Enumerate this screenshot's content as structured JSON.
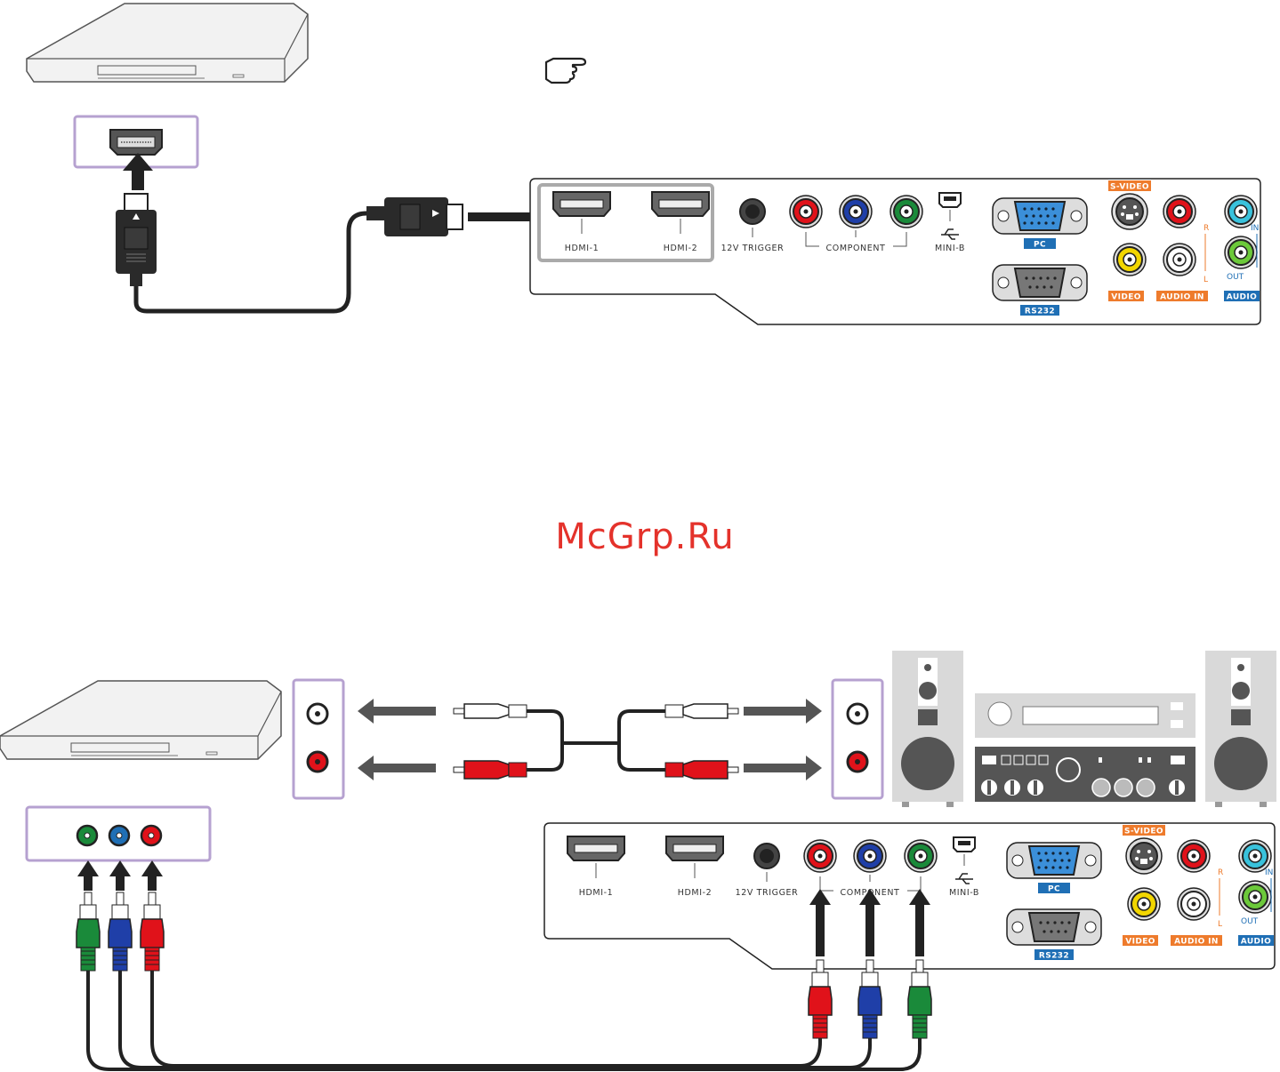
{
  "watermark": "McGrp.Ru",
  "colors": {
    "highlight_border": "#b6a1d0",
    "component_red": "#e0121a",
    "component_blue": "#1f3fa8",
    "component_green": "#1a8a3a",
    "label_orange": "#ee7b2c",
    "label_blue": "#1f6fb5",
    "pc_port": "#3b8fd9",
    "video_yellow": "#f2d600",
    "audio_cyan": "#39c2dc",
    "audio_green": "#6cc93a"
  },
  "icons": {
    "note": "pointing-hand-icon",
    "arrows": "arrow-icon",
    "player": "media-player-icon",
    "stereo": "stereo-system-icon"
  },
  "panel": {
    "hdmi1": "HDMI-1",
    "hdmi2": "HDMI-2",
    "trigger": "12V TRIGGER",
    "component": "COMPONENT",
    "minib": "MINI-B",
    "pc": "PC",
    "rs232": "RS232",
    "svideo": "S-VIDEO",
    "video": "VIDEO",
    "audio_in": "AUDIO IN",
    "audio": "AUDIO",
    "r": "R",
    "l": "L",
    "in": "IN",
    "out": "OUT"
  }
}
